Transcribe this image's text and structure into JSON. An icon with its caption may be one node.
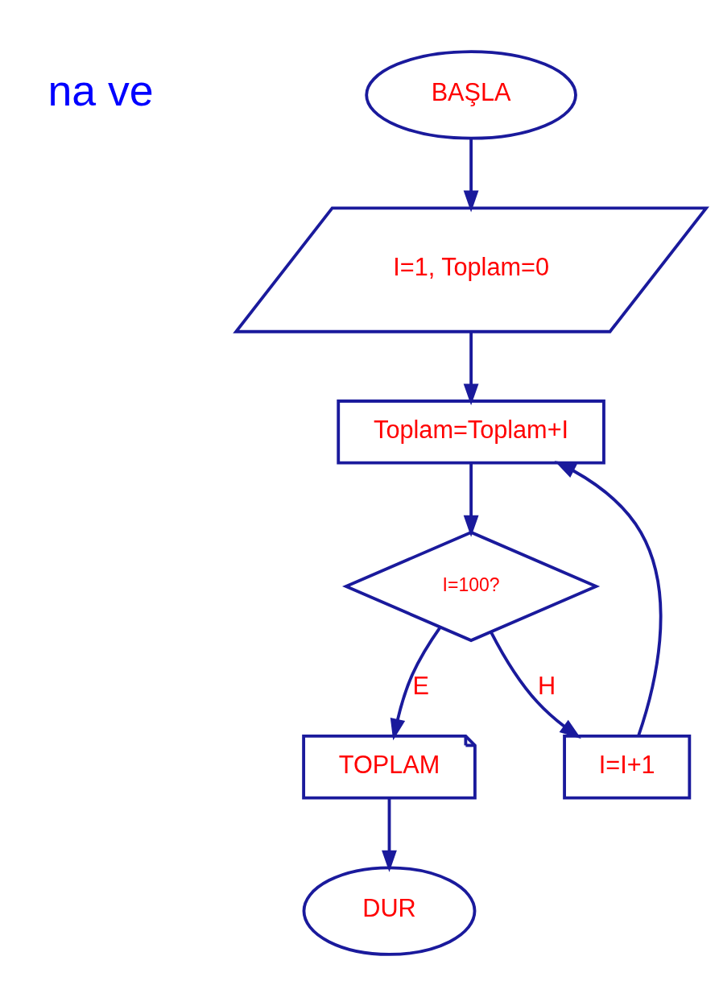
{
  "diagram": {
    "nodes": [
      {
        "text": [
          "BAŞLA"
        ]
      },
      {
        "text": [
          "I=1, Toplam=0"
        ]
      },
      {
        "text": [
          "Toplam=Toplam+I"
        ]
      },
      {
        "text": [
          "I=100?"
        ]
      },
      {
        "text": [
          "TOPLAM"
        ]
      },
      {
        "text": [
          "I=I+1"
        ]
      },
      {
        "text": [
          "DUR"
        ]
      }
    ],
    "edges": [
      {
        "from": 0,
        "to": 1,
        "arrow": "to"
      },
      {
        "from": 1,
        "to": 2,
        "arrow": "to"
      },
      {
        "from": 2,
        "to": 3,
        "arrow": "to"
      },
      {
        "from": 3,
        "to": 4,
        "arrow": "to",
        "label": "E"
      },
      {
        "from": 3,
        "to": 5,
        "arrow": "to",
        "label": "H"
      },
      {
        "from": 4,
        "to": 6,
        "arrow": "to"
      },
      {
        "from": 5,
        "to": 2,
        "arrow": "to"
      }
    ],
    "labels": [
      "na ve"
    ]
  }
}
